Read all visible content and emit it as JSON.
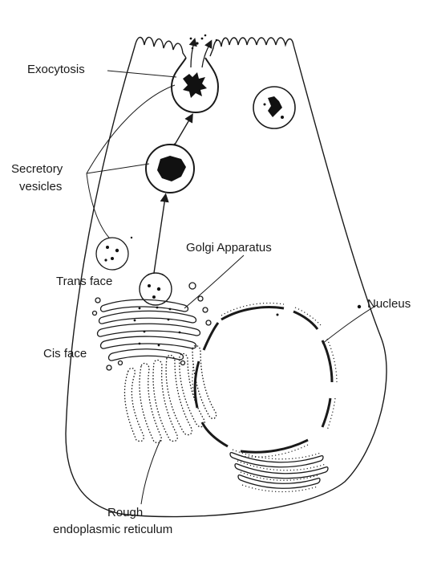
{
  "labels": {
    "exocytosis": "Exocytosis",
    "secretory_line1": "Secretory",
    "secretory_line2": "vesicles",
    "golgi": "Golgi Apparatus",
    "trans_face": "Trans face",
    "cis_face": "Cis face",
    "nucleus": "Nucleus",
    "rer_line1": "Rough",
    "rer_line2": "endoplasmic reticulum"
  },
  "colors": {
    "ink": "#1a1a1a",
    "paper": "#ffffff"
  }
}
